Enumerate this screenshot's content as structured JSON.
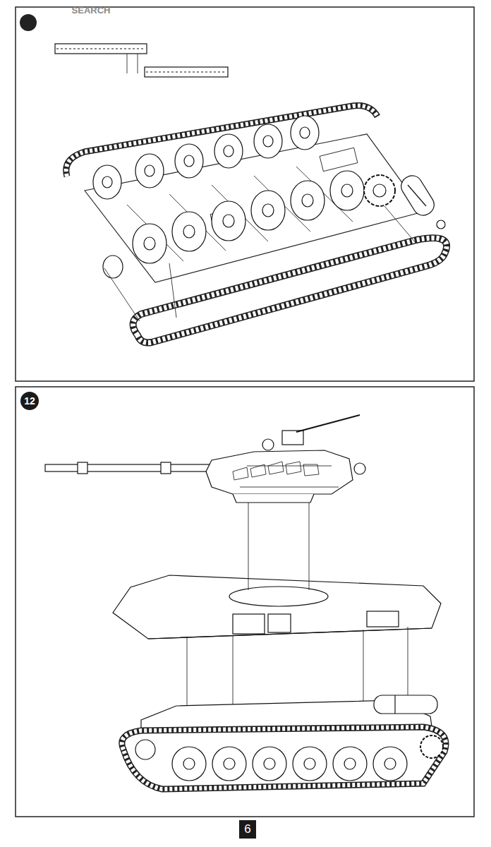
{
  "diagram": {
    "labels": [
      "SEARCH",
      "12",
      "6"
    ]
  }
}
